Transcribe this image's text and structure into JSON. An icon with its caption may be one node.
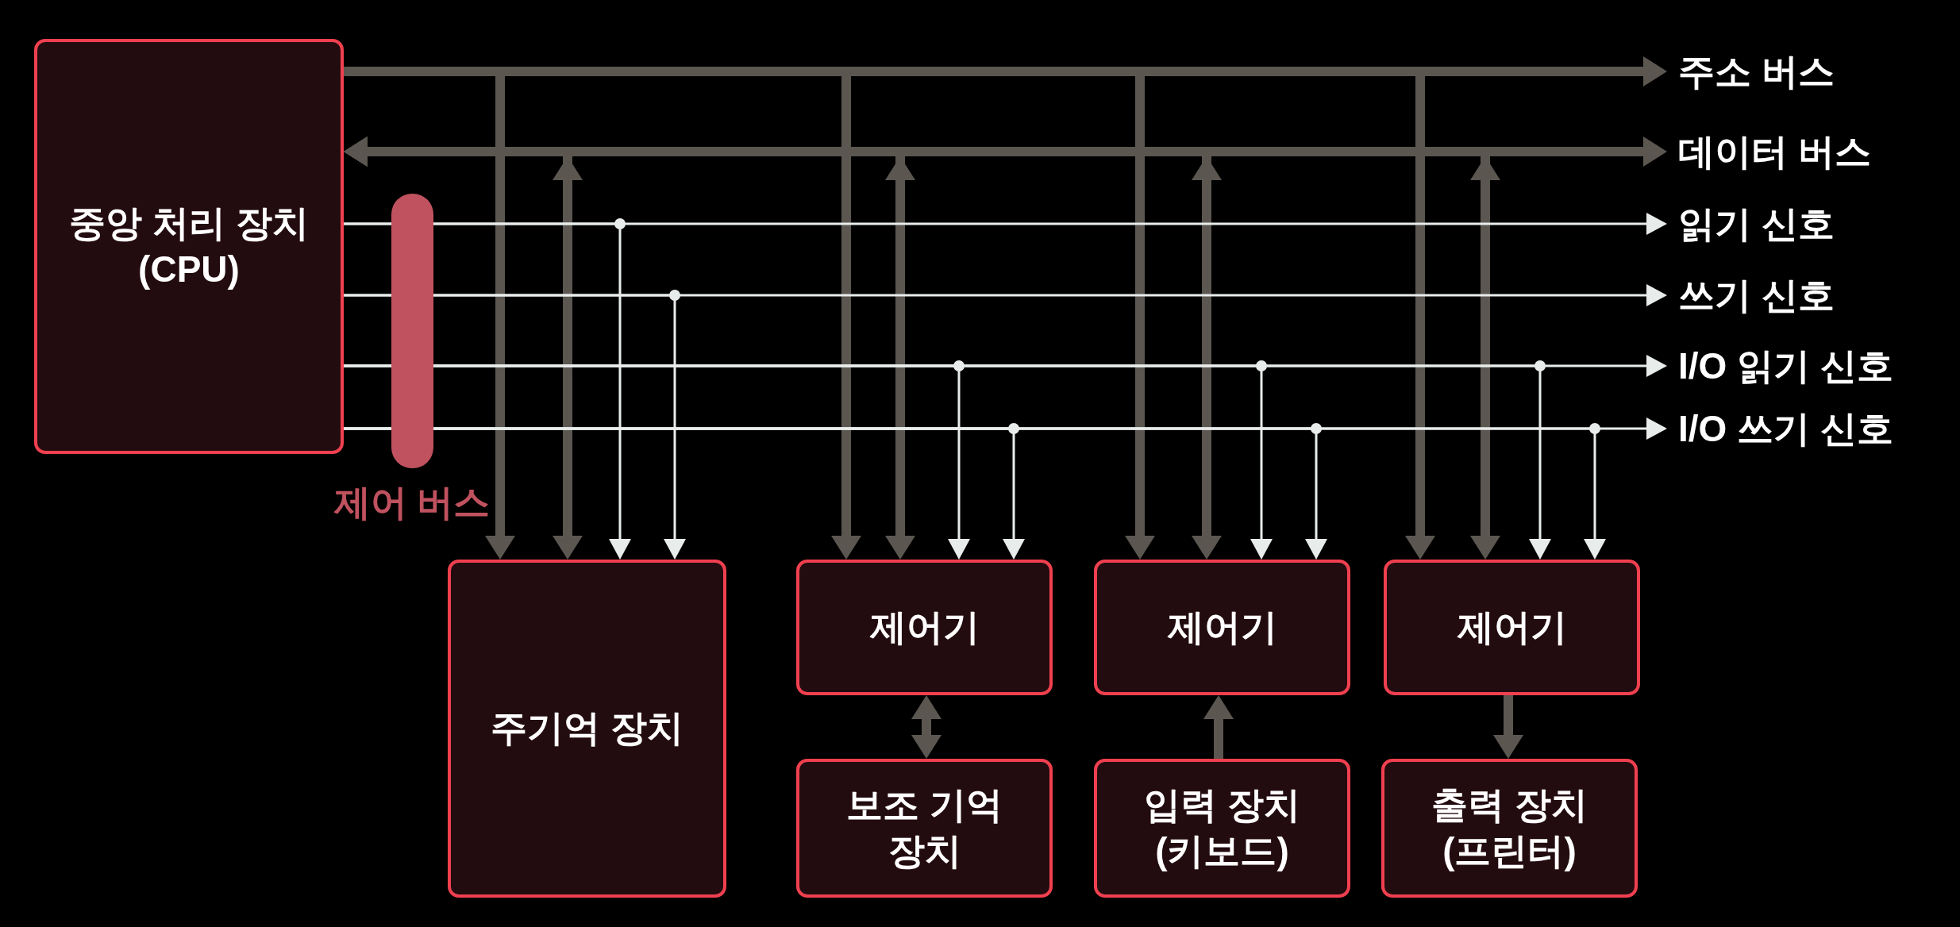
{
  "diagram": {
    "nodes": [
      {
        "text": [
          "중앙 처리 장치 (CPU)"
        ]
      },
      {
        "text": [
          "주소 버스"
        ]
      },
      {
        "text": [
          "데이터 버스"
        ]
      },
      {
        "text": [
          "읽기 신호"
        ]
      },
      {
        "text": [
          "쓰기 신호"
        ]
      },
      {
        "text": [
          "I/O 읽기 신호"
        ]
      },
      {
        "text": [
          "I/O 쓰기 신호"
        ]
      },
      {
        "text": [
          "주기억 장치"
        ]
      },
      {
        "text": [
          "제어기"
        ]
      },
      {
        "text": [
          "제어기"
        ]
      },
      {
        "text": [
          "제어기"
        ]
      },
      {
        "text": [
          "보조 기억 장치"
        ]
      },
      {
        "text": [
          "입력 장치 (키보드)"
        ]
      },
      {
        "text": [
          "출력 장치 (프린터)"
        ]
      }
    ],
    "labels": [
      "제어 버스"
    ],
    "edges": [
      {
        "from": 0,
        "to": 1,
        "arrow": "to"
      },
      {
        "from": 0,
        "to": 7,
        "arrow": "to"
      },
      {
        "from": 0,
        "to": 8,
        "arrow": "to"
      },
      {
        "from": 0,
        "to": 9,
        "arrow": "to"
      },
      {
        "from": 0,
        "to": 10,
        "arrow": "to"
      },
      {
        "from": 0,
        "to": 2,
        "arrow": "both"
      },
      {
        "from": 0,
        "to": 7,
        "arrow": "both"
      },
      {
        "from": 0,
        "to": 8,
        "arrow": "both"
      },
      {
        "from": 0,
        "to": 9,
        "arrow": "both"
      },
      {
        "from": 0,
        "to": 10,
        "arrow": "both"
      },
      {
        "from": 0,
        "to": 3,
        "arrow": "to",
        "color": "#e8eceb"
      },
      {
        "from": 0,
        "to": 7,
        "arrow": "to",
        "color": "#e8eceb"
      },
      {
        "from": 0,
        "to": 4,
        "arrow": "to",
        "color": "#e8eceb"
      },
      {
        "from": 0,
        "to": 7,
        "arrow": "to",
        "color": "#e8eceb"
      },
      {
        "from": 0,
        "to": 5,
        "arrow": "to",
        "color": "#e8eceb"
      },
      {
        "from": 0,
        "to": 8,
        "arrow": "to",
        "color": "#e8eceb"
      },
      {
        "from": 0,
        "to": 9,
        "arrow": "to",
        "color": "#e8eceb"
      },
      {
        "from": 0,
        "to": 10,
        "arrow": "to",
        "color": "#e8eceb"
      },
      {
        "from": 0,
        "to": 6,
        "arrow": "to",
        "color": "#e8eceb"
      },
      {
        "from": 0,
        "to": 8,
        "arrow": "to",
        "color": "#e8eceb"
      },
      {
        "from": 0,
        "to": 9,
        "arrow": "to",
        "color": "#e8eceb"
      },
      {
        "from": 0,
        "to": 10,
        "arrow": "to",
        "color": "#e8eceb"
      },
      {
        "from": 8,
        "to": 11,
        "arrow": "both"
      },
      {
        "from": 12,
        "to": 9,
        "arrow": "to"
      },
      {
        "from": 10,
        "to": 13,
        "arrow": "to"
      }
    ]
  }
}
